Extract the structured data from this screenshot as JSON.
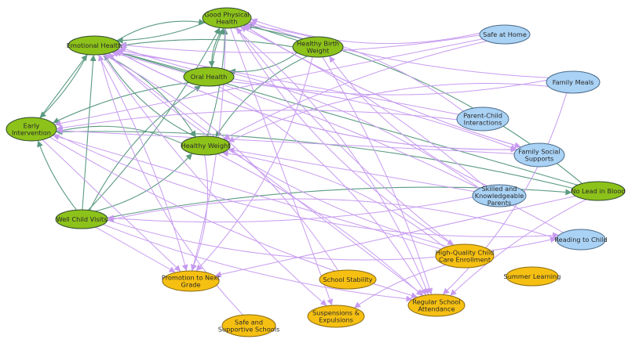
{
  "palette": {
    "green_fill": "#8dc21a",
    "blue_fill": "#a9d2f5",
    "orange_fill": "#f6c012",
    "green_edge": "#5a9a80",
    "purple_edge": "#c79bf0"
  },
  "nodes": [
    {
      "id": "good-physical-health",
      "lines": [
        "Good Physical",
        "Health"
      ],
      "color": "green"
    },
    {
      "id": "emotional-health",
      "lines": [
        "Emotional Health"
      ],
      "color": "green"
    },
    {
      "id": "healthy-birth-weight",
      "lines": [
        "Healthy Birth",
        "Weight"
      ],
      "color": "green"
    },
    {
      "id": "oral-health",
      "lines": [
        "Oral Health"
      ],
      "color": "green"
    },
    {
      "id": "early-intervention",
      "lines": [
        "Early",
        "Intervention"
      ],
      "color": "green"
    },
    {
      "id": "healthy-weight",
      "lines": [
        "Healthy Weight"
      ],
      "color": "green"
    },
    {
      "id": "well-child-visits",
      "lines": [
        "Well Child Visits"
      ],
      "color": "green"
    },
    {
      "id": "no-lead-in-blood",
      "lines": [
        "No Lead in Blood"
      ],
      "color": "green"
    },
    {
      "id": "safe-at-home",
      "lines": [
        "Safe at Home"
      ],
      "color": "blue"
    },
    {
      "id": "family-meals",
      "lines": [
        "Family Meals"
      ],
      "color": "blue"
    },
    {
      "id": "parent-child-interactions",
      "lines": [
        "Parent-Child",
        "Interactions"
      ],
      "color": "blue"
    },
    {
      "id": "family-social-supports",
      "lines": [
        "Family Social",
        "Supports"
      ],
      "color": "blue"
    },
    {
      "id": "skilled-knowledgeable-parents",
      "lines": [
        "Skilled and",
        "Knowledgeable",
        "Parents"
      ],
      "color": "blue"
    },
    {
      "id": "reading-to-child",
      "lines": [
        "Reading to Child"
      ],
      "color": "blue"
    },
    {
      "id": "high-quality-child-care",
      "lines": [
        "High-Quality Child",
        "Care Enrollment"
      ],
      "color": "orange"
    },
    {
      "id": "promotion-to-next-grade",
      "lines": [
        "Promotion to Next",
        "Grade"
      ],
      "color": "orange"
    },
    {
      "id": "school-stability",
      "lines": [
        "School Stability"
      ],
      "color": "orange"
    },
    {
      "id": "summer-learning",
      "lines": [
        "Summer Learning"
      ],
      "color": "orange"
    },
    {
      "id": "regular-school-attendance",
      "lines": [
        "Regular School",
        "Attendance"
      ],
      "color": "orange"
    },
    {
      "id": "suspensions-expulsions",
      "lines": [
        "Suspensions &",
        "Expulsions"
      ],
      "color": "orange"
    },
    {
      "id": "safe-supportive-schools",
      "lines": [
        "Safe and",
        "Supportive Schools"
      ],
      "color": "orange"
    }
  ],
  "edges": [
    [
      "emotional-health",
      "good-physical-health",
      "green"
    ],
    [
      "good-physical-health",
      "emotional-health",
      "green"
    ],
    [
      "healthy-birth-weight",
      "good-physical-health",
      "green"
    ],
    [
      "healthy-birth-weight",
      "emotional-health",
      "green"
    ],
    [
      "healthy-birth-weight",
      "healthy-weight",
      "green"
    ],
    [
      "healthy-birth-weight",
      "oral-health",
      "green"
    ],
    [
      "oral-health",
      "good-physical-health",
      "green"
    ],
    [
      "oral-health",
      "emotional-health",
      "green"
    ],
    [
      "oral-health",
      "early-intervention",
      "green"
    ],
    [
      "good-physical-health",
      "oral-health",
      "green"
    ],
    [
      "emotional-health",
      "healthy-weight",
      "green"
    ],
    [
      "emotional-health",
      "early-intervention",
      "green"
    ],
    [
      "early-intervention",
      "emotional-health",
      "green"
    ],
    [
      "healthy-weight",
      "good-physical-health",
      "green"
    ],
    [
      "healthy-weight",
      "early-intervention",
      "green"
    ],
    [
      "healthy-weight",
      "emotional-health",
      "green"
    ],
    [
      "well-child-visits",
      "early-intervention",
      "green"
    ],
    [
      "well-child-visits",
      "emotional-health",
      "green"
    ],
    [
      "well-child-visits",
      "good-physical-health",
      "green"
    ],
    [
      "well-child-visits",
      "healthy-weight",
      "green"
    ],
    [
      "well-child-visits",
      "oral-health",
      "green"
    ],
    [
      "well-child-visits",
      "no-lead-in-blood",
      "green"
    ],
    [
      "no-lead-in-blood",
      "emotional-health",
      "green"
    ],
    [
      "no-lead-in-blood",
      "early-intervention",
      "green"
    ],
    [
      "no-lead-in-blood",
      "good-physical-health",
      "green"
    ],
    [
      "safe-at-home",
      "good-physical-health",
      "purple"
    ],
    [
      "safe-at-home",
      "emotional-health",
      "purple"
    ],
    [
      "safe-at-home",
      "early-intervention",
      "purple"
    ],
    [
      "safe-at-home",
      "healthy-weight",
      "purple"
    ],
    [
      "family-meals",
      "healthy-weight",
      "purple"
    ],
    [
      "family-meals",
      "emotional-health",
      "purple"
    ],
    [
      "family-meals",
      "good-physical-health",
      "purple"
    ],
    [
      "parent-child-interactions",
      "emotional-health",
      "purple"
    ],
    [
      "parent-child-interactions",
      "early-intervention",
      "purple"
    ],
    [
      "parent-child-interactions",
      "good-physical-health",
      "purple"
    ],
    [
      "family-social-supports",
      "emotional-health",
      "purple"
    ],
    [
      "family-social-supports",
      "good-physical-health",
      "purple"
    ],
    [
      "family-social-supports",
      "early-intervention",
      "purple"
    ],
    [
      "skilled-knowledgeable-parents",
      "good-physical-health",
      "purple"
    ],
    [
      "skilled-knowledgeable-parents",
      "emotional-health",
      "purple"
    ],
    [
      "skilled-knowledgeable-parents",
      "healthy-birth-weight",
      "purple"
    ],
    [
      "skilled-knowledgeable-parents",
      "well-child-visits",
      "purple"
    ],
    [
      "skilled-knowledgeable-parents",
      "healthy-weight",
      "purple"
    ],
    [
      "reading-to-child",
      "emotional-health",
      "purple"
    ],
    [
      "reading-to-child",
      "well-child-visits",
      "purple"
    ],
    [
      "high-quality-child-care",
      "emotional-health",
      "purple"
    ],
    [
      "high-quality-child-care",
      "good-physical-health",
      "purple"
    ],
    [
      "high-quality-child-care",
      "early-intervention",
      "purple"
    ],
    [
      "high-quality-child-care",
      "suspensions-expulsions",
      "purple"
    ],
    [
      "high-quality-child-care",
      "healthy-weight",
      "purple"
    ],
    [
      "safe-supportive-schools",
      "emotional-health",
      "purple"
    ],
    [
      "emotional-health",
      "promotion-to-next-grade",
      "purple"
    ],
    [
      "emotional-health",
      "regular-school-attendance",
      "purple"
    ],
    [
      "emotional-health",
      "suspensions-expulsions",
      "purple"
    ],
    [
      "emotional-health",
      "family-social-supports",
      "purple"
    ],
    [
      "good-physical-health",
      "regular-school-attendance",
      "purple"
    ],
    [
      "good-physical-health",
      "promotion-to-next-grade",
      "purple"
    ],
    [
      "good-physical-health",
      "suspensions-expulsions",
      "purple"
    ],
    [
      "good-physical-health",
      "family-social-supports",
      "purple"
    ],
    [
      "good-physical-health",
      "high-quality-child-care",
      "purple"
    ],
    [
      "oral-health",
      "regular-school-attendance",
      "purple"
    ],
    [
      "oral-health",
      "family-social-supports",
      "purple"
    ],
    [
      "early-intervention",
      "promotion-to-next-grade",
      "purple"
    ],
    [
      "early-intervention",
      "regular-school-attendance",
      "purple"
    ],
    [
      "early-intervention",
      "reading-to-child",
      "purple"
    ],
    [
      "healthy-weight",
      "promotion-to-next-grade",
      "purple"
    ],
    [
      "healthy-weight",
      "regular-school-attendance",
      "purple"
    ],
    [
      "well-child-visits",
      "promotion-to-next-grade",
      "purple"
    ],
    [
      "well-child-visits",
      "regular-school-attendance",
      "purple"
    ],
    [
      "well-child-visits",
      "reading-to-child",
      "purple"
    ],
    [
      "healthy-birth-weight",
      "promotion-to-next-grade",
      "purple"
    ],
    [
      "healthy-birth-weight",
      "regular-school-attendance",
      "purple"
    ],
    [
      "no-lead-in-blood",
      "promotion-to-next-grade",
      "purple"
    ],
    [
      "no-lead-in-blood",
      "regular-school-attendance",
      "purple"
    ],
    [
      "school-stability",
      "emotional-health",
      "purple"
    ],
    [
      "family-meals",
      "regular-school-attendance",
      "purple"
    ]
  ]
}
